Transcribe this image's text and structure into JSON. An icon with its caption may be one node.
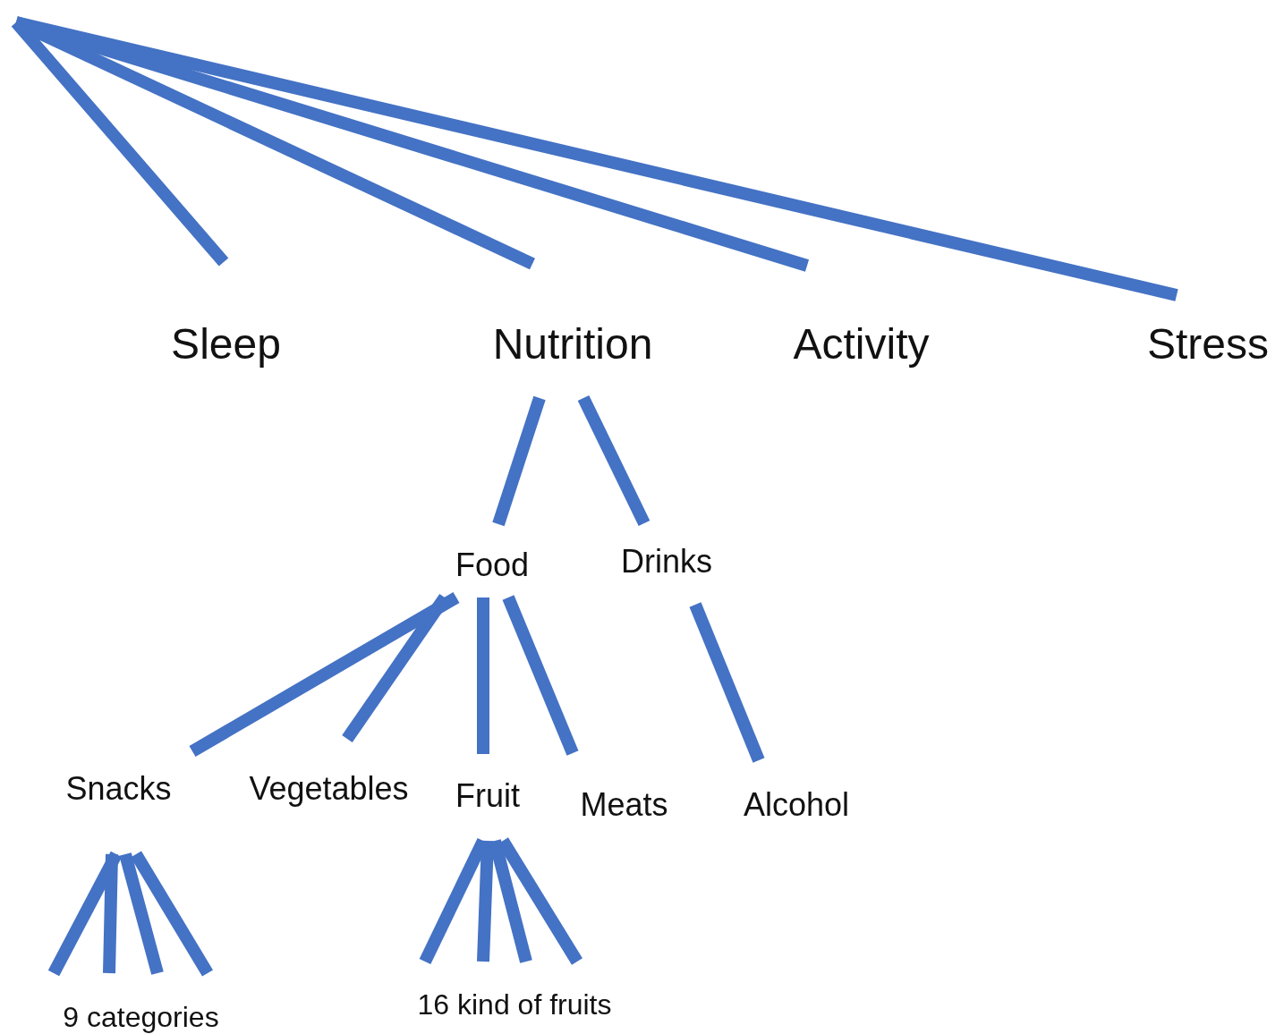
{
  "diagram": {
    "nodes": [
      {
        "text": [
          "Sleep"
        ]
      },
      {
        "text": [
          "Nutrition"
        ]
      },
      {
        "text": [
          "Activity"
        ]
      },
      {
        "text": [
          "Stress"
        ]
      },
      {
        "text": [
          "Food"
        ]
      },
      {
        "text": [
          "Drinks"
        ]
      },
      {
        "text": [
          "Snacks"
        ]
      },
      {
        "text": [
          "Vegetables"
        ]
      },
      {
        "text": [
          "Fruit"
        ]
      },
      {
        "text": [
          "Meats"
        ]
      },
      {
        "text": [
          "Alcohol"
        ]
      },
      {
        "text": [
          "9 categories"
        ]
      },
      {
        "text": [
          "16 kind of fruits"
        ]
      }
    ],
    "edges": [
      {
        "from": null,
        "to": 0,
        "arrow": "none"
      },
      {
        "from": null,
        "to": 1,
        "arrow": "none"
      },
      {
        "from": null,
        "to": 2,
        "arrow": "none"
      },
      {
        "from": null,
        "to": 3,
        "arrow": "none"
      },
      {
        "from": 1,
        "to": 4,
        "arrow": "none"
      },
      {
        "from": 1,
        "to": 5,
        "arrow": "none"
      },
      {
        "from": 4,
        "to": 6,
        "arrow": "none"
      },
      {
        "from": 4,
        "to": 7,
        "arrow": "none"
      },
      {
        "from": 4,
        "to": 8,
        "arrow": "none"
      },
      {
        "from": 4,
        "to": 9,
        "arrow": "none"
      },
      {
        "from": 5,
        "to": 10,
        "arrow": "none"
      },
      {
        "from": 6,
        "to": 11,
        "arrow": "none"
      },
      {
        "from": 6,
        "to": 11,
        "arrow": "none"
      },
      {
        "from": 6,
        "to": 11,
        "arrow": "none"
      },
      {
        "from": 6,
        "to": 11,
        "arrow": "none"
      },
      {
        "from": 8,
        "to": 12,
        "arrow": "none"
      },
      {
        "from": 8,
        "to": 12,
        "arrow": "none"
      },
      {
        "from": 8,
        "to": 12,
        "arrow": "none"
      },
      {
        "from": 8,
        "to": 12,
        "arrow": "none"
      }
    ]
  }
}
